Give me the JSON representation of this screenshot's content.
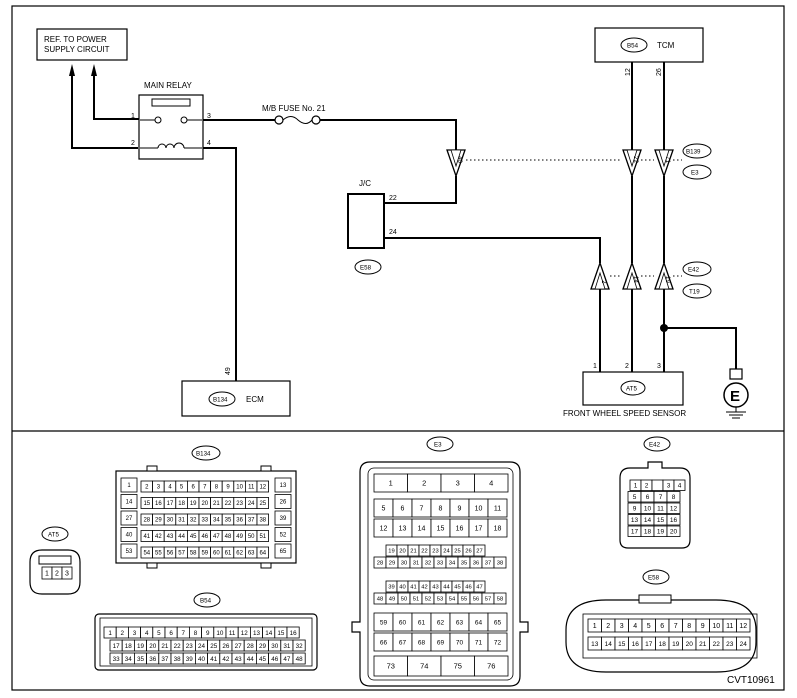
{
  "labels": {
    "ref_power": [
      "REF. TO POWER",
      "SUPPLY CIRCUIT"
    ],
    "main_relay": "MAIN RELAY",
    "fuse": "M/B FUSE No. 21",
    "tcm": "TCM",
    "jc": "J/C",
    "ecm": "ECM",
    "sensor": "FRONT WHEEL SPEED SENSOR",
    "ground": "E",
    "figure_id": "CVT10961"
  },
  "connectors": {
    "b54": "B54",
    "b139": "B139",
    "e3": "E3",
    "e42": "E42",
    "t19": "T19",
    "e58": "E58",
    "b134": "B134",
    "at5": "AT5"
  },
  "pins": {
    "relay": [
      "1",
      "2",
      "3",
      "4"
    ],
    "tcm": [
      "12",
      "26"
    ],
    "jc": [
      "22",
      "24"
    ],
    "ecm": "49",
    "upper_triangles": [
      "40",
      "22",
      "71"
    ],
    "lower_triangles": [
      "2",
      "14",
      "19"
    ],
    "sensor": [
      "1",
      "2",
      "3"
    ]
  },
  "faces": {
    "b134": {
      "left": [
        "1",
        "14",
        "27",
        "40",
        "53"
      ],
      "right": [
        "13",
        "26",
        "39",
        "52",
        "65"
      ],
      "rows": [
        [
          "2",
          "3",
          "4",
          "5",
          "6",
          "7",
          "8",
          "9",
          "10",
          "11",
          "12"
        ],
        [
          "15",
          "16",
          "17",
          "18",
          "19",
          "20",
          "21",
          "22",
          "23",
          "24",
          "25"
        ],
        [
          "28",
          "29",
          "30",
          "31",
          "32",
          "33",
          "34",
          "35",
          "36",
          "37",
          "38"
        ],
        [
          "41",
          "42",
          "43",
          "44",
          "45",
          "46",
          "47",
          "48",
          "49",
          "50",
          "51"
        ],
        [
          "54",
          "55",
          "56",
          "57",
          "58",
          "59",
          "60",
          "61",
          "62",
          "63",
          "64"
        ]
      ]
    },
    "e3": {
      "row1": [
        "1",
        "2",
        "3",
        "4"
      ],
      "row2": [
        "5",
        "6",
        "7",
        "8",
        "9",
        "10",
        "11"
      ],
      "row3": [
        "12",
        "13",
        "14",
        "15",
        "16",
        "17",
        "18"
      ],
      "row4": [
        "19",
        "20",
        "21",
        "22",
        "23",
        "24",
        "25",
        "26",
        "27"
      ],
      "row5": [
        "28",
        "29",
        "30",
        "31",
        "32",
        "33",
        "34",
        "35",
        "36",
        "37",
        "38"
      ],
      "row6": [
        "39",
        "40",
        "41",
        "42",
        "43",
        "44",
        "45",
        "46",
        "47"
      ],
      "row7": [
        "48",
        "49",
        "50",
        "51",
        "52",
        "53",
        "54",
        "55",
        "56",
        "57",
        "58"
      ],
      "row8": [
        "59",
        "60",
        "61",
        "62",
        "63",
        "64",
        "65"
      ],
      "row9": [
        "66",
        "67",
        "68",
        "69",
        "70",
        "71",
        "72"
      ],
      "row10": [
        "73",
        "74",
        "75",
        "76"
      ]
    },
    "e42": {
      "rows": [
        [
          "1",
          "2",
          "",
          "3",
          "4"
        ],
        [
          "5",
          "6",
          "7",
          "8"
        ],
        [
          "9",
          "10",
          "11",
          "12"
        ],
        [
          "13",
          "14",
          "15",
          "16"
        ],
        [
          "17",
          "18",
          "19",
          "20"
        ]
      ]
    },
    "at5": [
      "1",
      "2",
      "3"
    ],
    "b54": {
      "rows": [
        [
          "1",
          "2",
          "3",
          "4",
          "5",
          "6",
          "7",
          "8",
          "9",
          "10",
          "11",
          "12",
          "13",
          "14",
          "15",
          "16"
        ],
        [
          "17",
          "18",
          "19",
          "20",
          "21",
          "22",
          "23",
          "24",
          "25",
          "26",
          "27",
          "28",
          "29",
          "30",
          "31",
          "32"
        ],
        [
          "33",
          "34",
          "35",
          "36",
          "37",
          "38",
          "39",
          "40",
          "41",
          "42",
          "43",
          "44",
          "45",
          "46",
          "47",
          "48"
        ]
      ]
    },
    "e58": {
      "rows": [
        [
          "1",
          "2",
          "3",
          "4",
          "5",
          "6",
          "7",
          "8",
          "9",
          "10",
          "11",
          "12"
        ],
        [
          "13",
          "14",
          "15",
          "16",
          "17",
          "18",
          "19",
          "20",
          "21",
          "22",
          "23",
          "24"
        ]
      ]
    }
  }
}
